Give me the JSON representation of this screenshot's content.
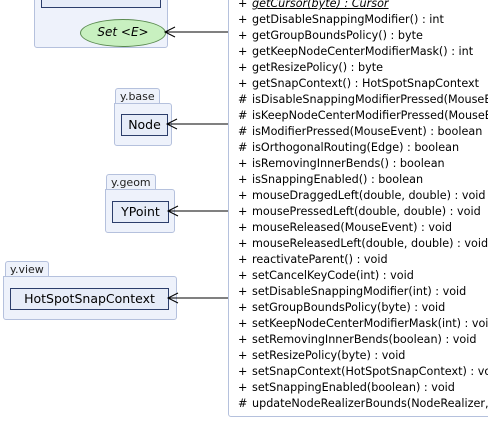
{
  "top_class_stub": {
    "label": ""
  },
  "template_oval": {
    "label": "Set <E>"
  },
  "packages": [
    {
      "package": "y.base",
      "class": "Node"
    },
    {
      "package": "y.geom",
      "class": "YPoint"
    },
    {
      "package": "y.view",
      "class": "HotSpotSnapContext"
    }
  ],
  "members": [
    {
      "vis": "+",
      "text": "getCursor(byte) : Cursor"
    },
    {
      "vis": "+",
      "text": "getDisableSnappingModifier() : int"
    },
    {
      "vis": "+",
      "text": "getGroupBoundsPolicy() : byte"
    },
    {
      "vis": "+",
      "text": "getKeepNodeCenterModifierMask() : int"
    },
    {
      "vis": "+",
      "text": "getResizePolicy() : byte"
    },
    {
      "vis": "+",
      "text": "getSnapContext() : HotSpotSnapContext"
    },
    {
      "vis": "#",
      "text": "isDisableSnappingModifierPressed(MouseEvent) : boolean"
    },
    {
      "vis": "#",
      "text": "isKeepNodeCenterModifierPressed(MouseEvent) : boolean"
    },
    {
      "vis": "#",
      "text": "isModifierPressed(MouseEvent) : boolean"
    },
    {
      "vis": "#",
      "text": "isOrthogonalRouting(Edge) : boolean"
    },
    {
      "vis": "+",
      "text": "isRemovingInnerBends() : boolean"
    },
    {
      "vis": "+",
      "text": "isSnappingEnabled() : boolean"
    },
    {
      "vis": "+",
      "text": "mouseDraggedLeft(double, double) : void"
    },
    {
      "vis": "+",
      "text": "mousePressedLeft(double, double) : void"
    },
    {
      "vis": "+",
      "text": "mouseReleased(MouseEvent) : void"
    },
    {
      "vis": "+",
      "text": "mouseReleasedLeft(double, double) : void"
    },
    {
      "vis": "+",
      "text": "reactivateParent() : void"
    },
    {
      "vis": "+",
      "text": "setCancelKeyCode(int) : void"
    },
    {
      "vis": "+",
      "text": "setDisableSnappingModifier(int) : void"
    },
    {
      "vis": "+",
      "text": "setGroupBoundsPolicy(byte) : void"
    },
    {
      "vis": "+",
      "text": "setKeepNodeCenterModifierMask(int) : void"
    },
    {
      "vis": "+",
      "text": "setRemovingInnerBends(boolean) : void"
    },
    {
      "vis": "+",
      "text": "setResizePolicy(byte) : void"
    },
    {
      "vis": "+",
      "text": "setSnapContext(HotSpotSnapContext) : void"
    },
    {
      "vis": "+",
      "text": "setSnappingEnabled(boolean) : void"
    },
    {
      "vis": "#",
      "text": "updateNodeRealizerBounds(NodeRealizer, double, double) : void"
    }
  ]
}
